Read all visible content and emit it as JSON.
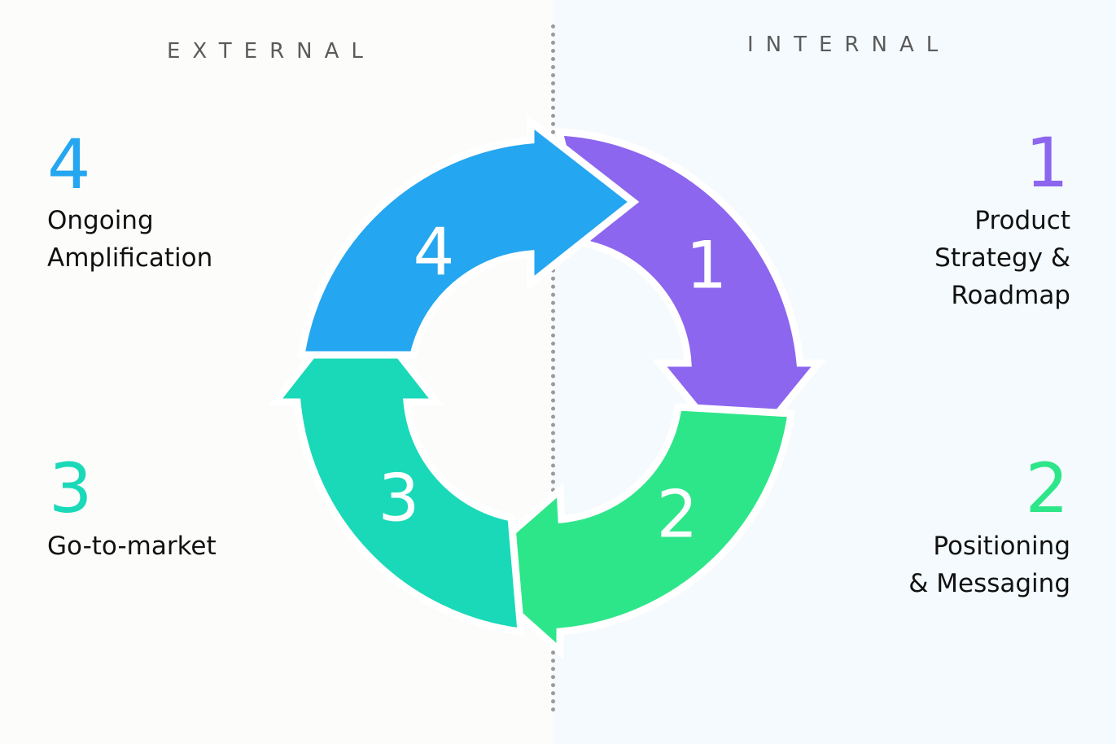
{
  "labels": {
    "external": "EXTERNAL",
    "internal": "INTERNAL"
  },
  "steps": [
    {
      "number": "1",
      "title": "Product\nStrategy &\nRoadmap",
      "color": "#8c66ef"
    },
    {
      "number": "2",
      "title": "Positioning\n& Messaging",
      "color": "#2ee68a"
    },
    {
      "number": "3",
      "title": "Go-to-market",
      "color": "#1ad9b8"
    },
    {
      "number": "4",
      "title": "Ongoing\nAmplification",
      "color": "#24a6f0"
    }
  ],
  "colors": {
    "step1": "#8c66ef",
    "step2": "#2ee68a",
    "step3": "#1ad9b8",
    "step4": "#24a6f0",
    "text": "#111111",
    "section_label": "#5b5b5b",
    "divider": "#9b9b9b"
  }
}
